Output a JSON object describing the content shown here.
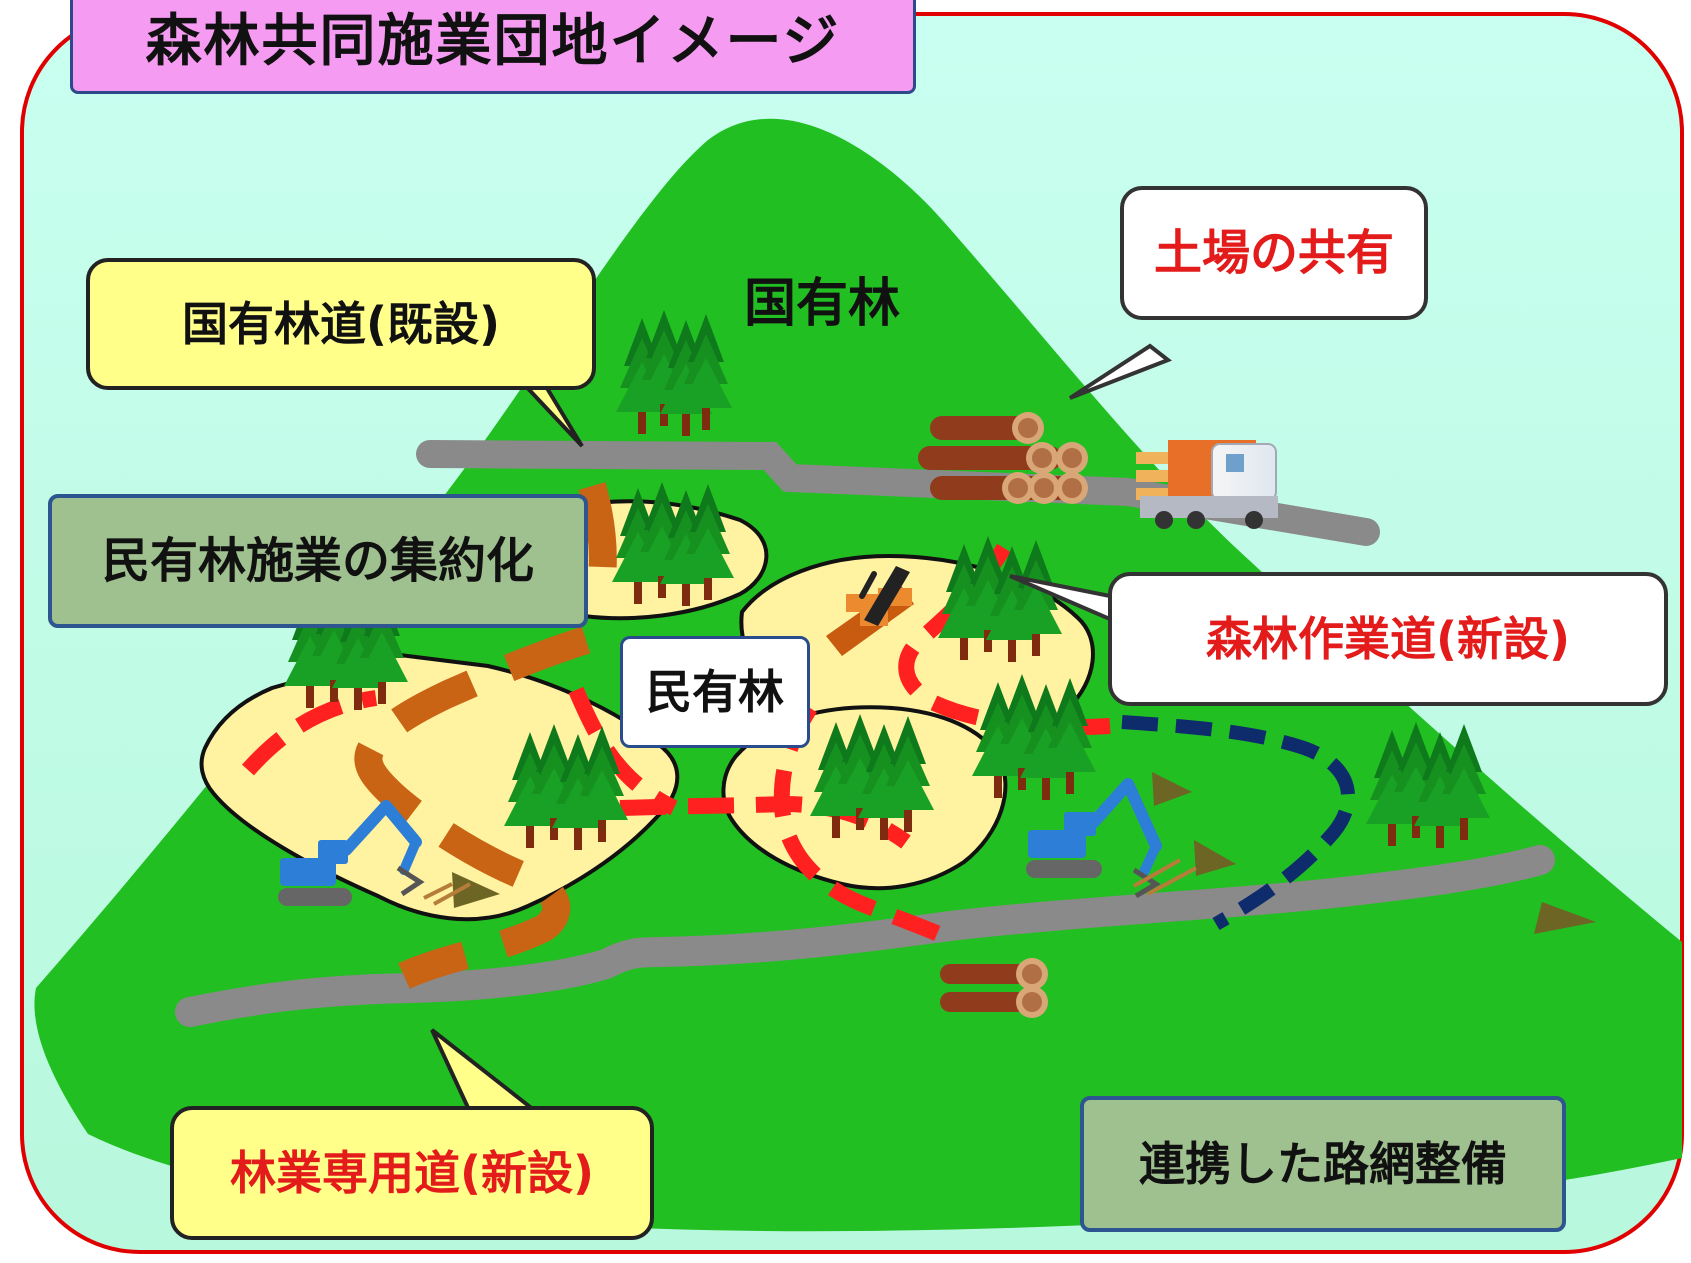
{
  "title": "森林共同施業団地イメージ",
  "labels": {
    "national_forest": "国有林",
    "national_forest_road_existing": "国有林道(既設)",
    "shared_log_yard": "土場の共有",
    "private_forest_aggregation": "民有林施業の集約化",
    "private_forest": "民有林",
    "forest_work_road_new": "森林作業道(新設)",
    "forestry_dedicated_road_new": "林業専用道(新設)",
    "coordinated_road_network": "連携した路網整備"
  },
  "colors": {
    "outer_border": "#e00000",
    "sky": "#c8fde8",
    "mountain": "#22bf22",
    "road": "#888888",
    "yellow_callout": "#ffff8a",
    "green_label": "#9fc08f",
    "red_route": "#ff2020",
    "orange_route": "#c86414",
    "navy_route": "#0e2c6c"
  }
}
